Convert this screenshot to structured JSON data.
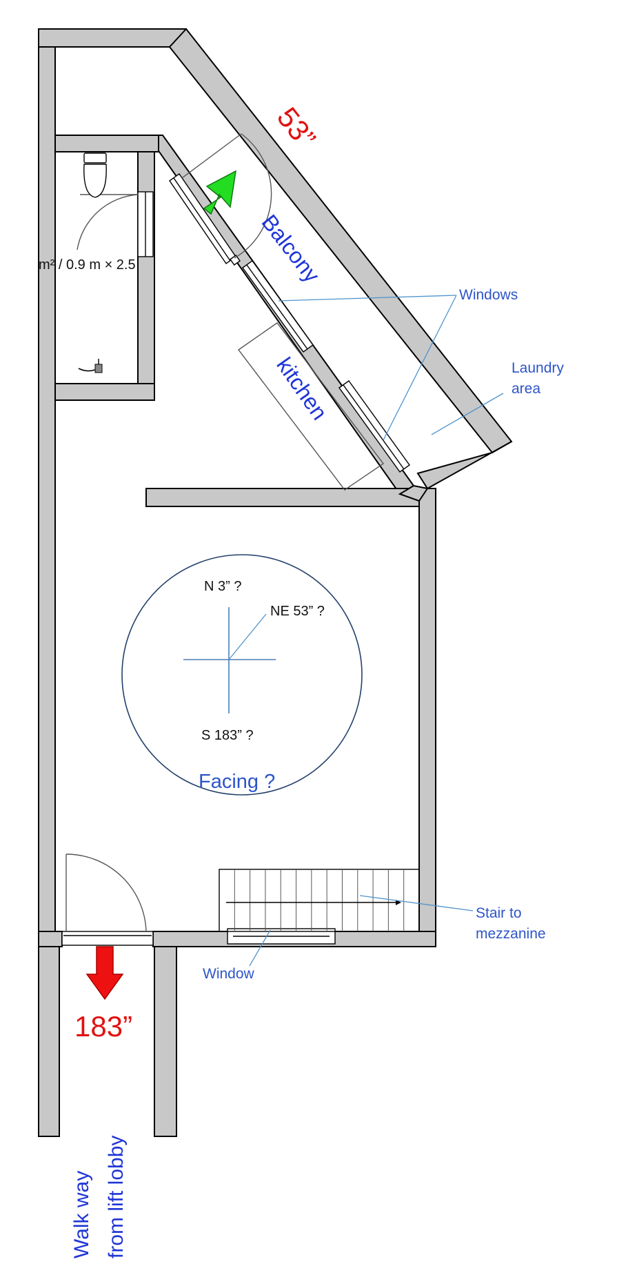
{
  "labels": {
    "top_bearing": "53”",
    "balcony": "Balcony",
    "kitchen": "kitchen",
    "windows_top": "Windows",
    "laundry_line1": "Laundry",
    "laundry_line2": "area",
    "bathroom_area": "m² / 0.9 m × 2.5",
    "compass_n": "N 3” ?",
    "compass_ne": "NE 53” ?",
    "compass_s": "S 183” ?",
    "facing": "Facing ?",
    "stair_line1": "Stair to",
    "stair_line2": "mezzanine",
    "window_bottom": "Window",
    "entry_bearing": "183”",
    "walkway_line1": "Walk way",
    "walkway_line2": "from lift lobby"
  },
  "colors": {
    "wall_fill": "#c8c8c8",
    "label_blue": "#1f35d6",
    "label_light_blue": "#2d55c8",
    "bearing_red": "#e01212",
    "arrow_green": "#22dd22",
    "arrow_red": "#ee1111",
    "leader_line": "#4f93cc"
  },
  "icons": {
    "top_arrow": "arrow-up-right-icon",
    "entry_arrow": "arrow-down-icon",
    "toilet": "toilet-icon",
    "shower": "shower-head-icon"
  }
}
